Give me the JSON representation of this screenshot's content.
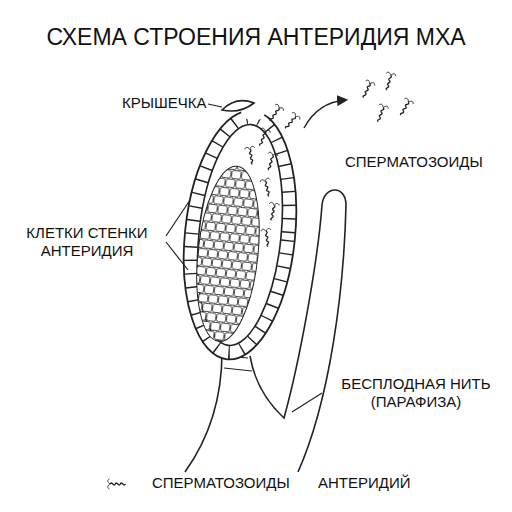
{
  "diagram": {
    "title": "СХЕМА СТРОЕНИЯ АНТЕРИДИЯ МХА",
    "labels": [
      "КРЫШЕЧКА",
      "СПЕРМАТОЗОИДЫ",
      "КЛЕТКИ СТЕНКИ АНТЕРИДИЯ",
      "БЕСПЛОДНАЯ НИТЬ (ПАРАФИЗА)",
      "АНТЕРИДИЙ"
    ],
    "legend": [
      {
        "text": "СПЕРМАТОЗОИДЫ"
      }
    ]
  }
}
